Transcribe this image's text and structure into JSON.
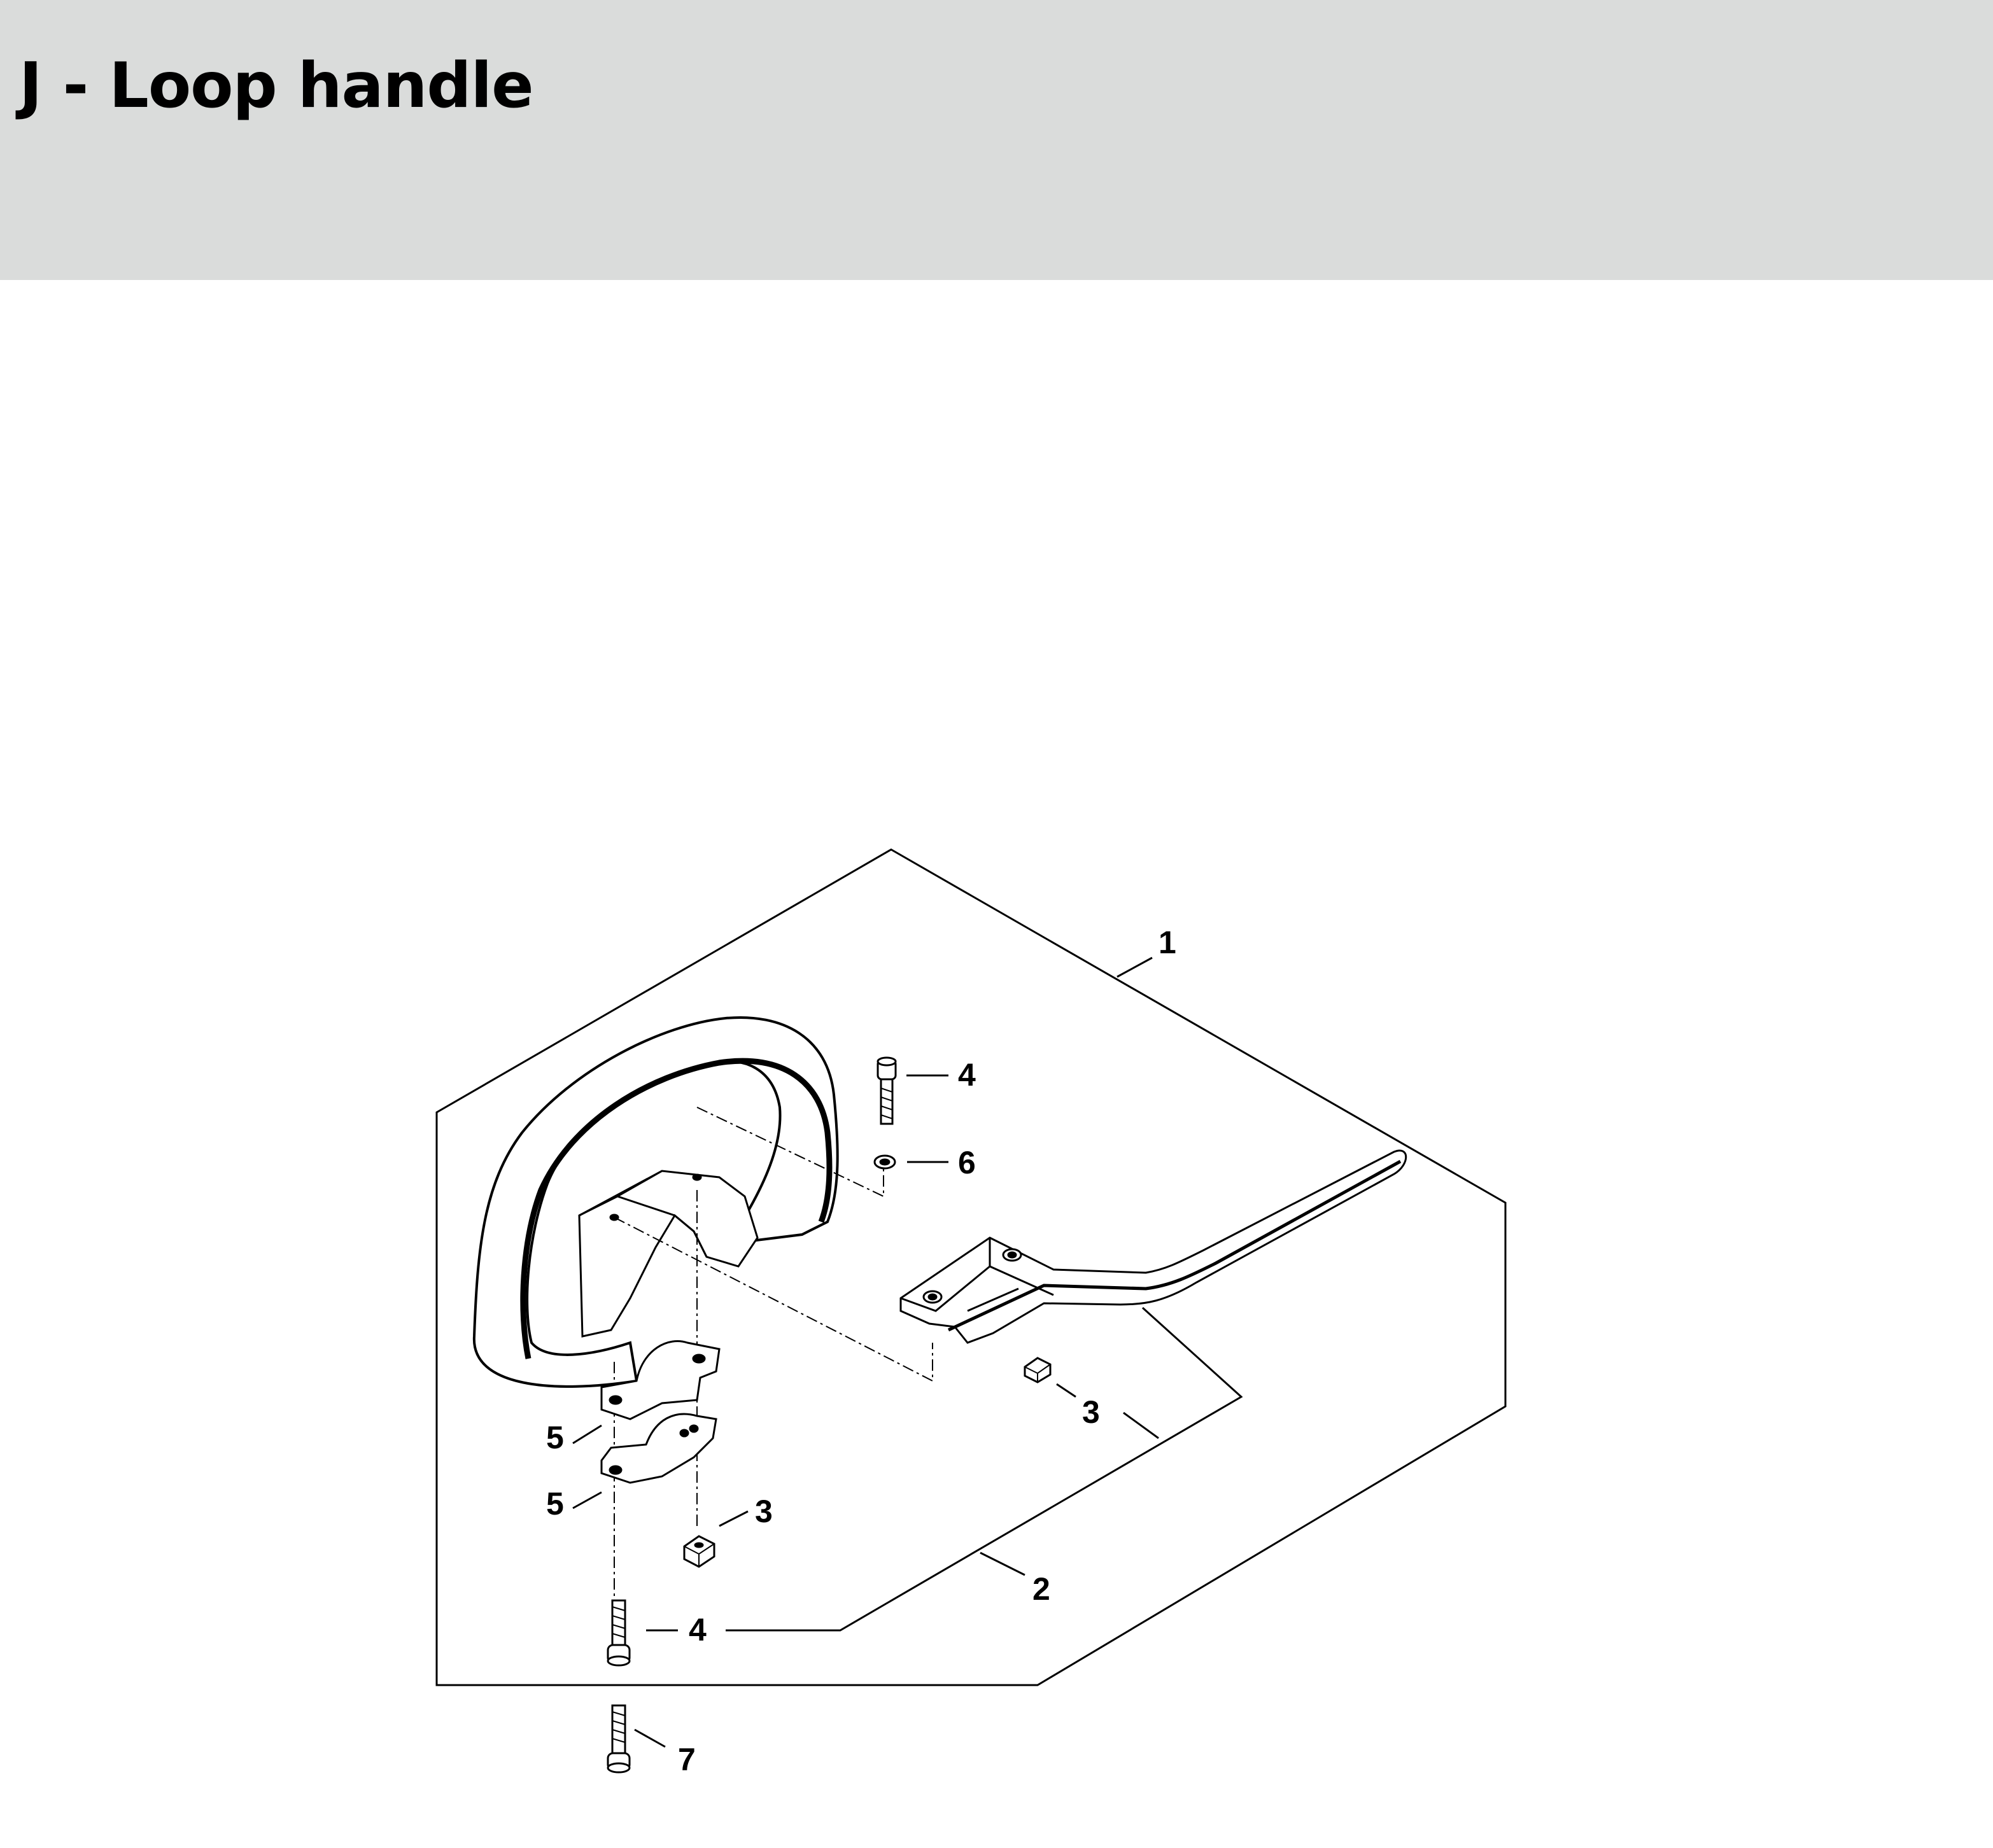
{
  "header": {
    "title": "J - Loop handle"
  },
  "callouts": [
    {
      "id": "callout-1",
      "label": "1"
    },
    {
      "id": "callout-4-top",
      "label": "4"
    },
    {
      "id": "callout-6",
      "label": "6"
    },
    {
      "id": "callout-3-right",
      "label": "3"
    },
    {
      "id": "callout-5-upper",
      "label": "5"
    },
    {
      "id": "callout-5-lower",
      "label": "5"
    },
    {
      "id": "callout-3-lower",
      "label": "3"
    },
    {
      "id": "callout-2",
      "label": "2"
    },
    {
      "id": "callout-4-bottom",
      "label": "4"
    },
    {
      "id": "callout-7",
      "label": "7"
    }
  ]
}
